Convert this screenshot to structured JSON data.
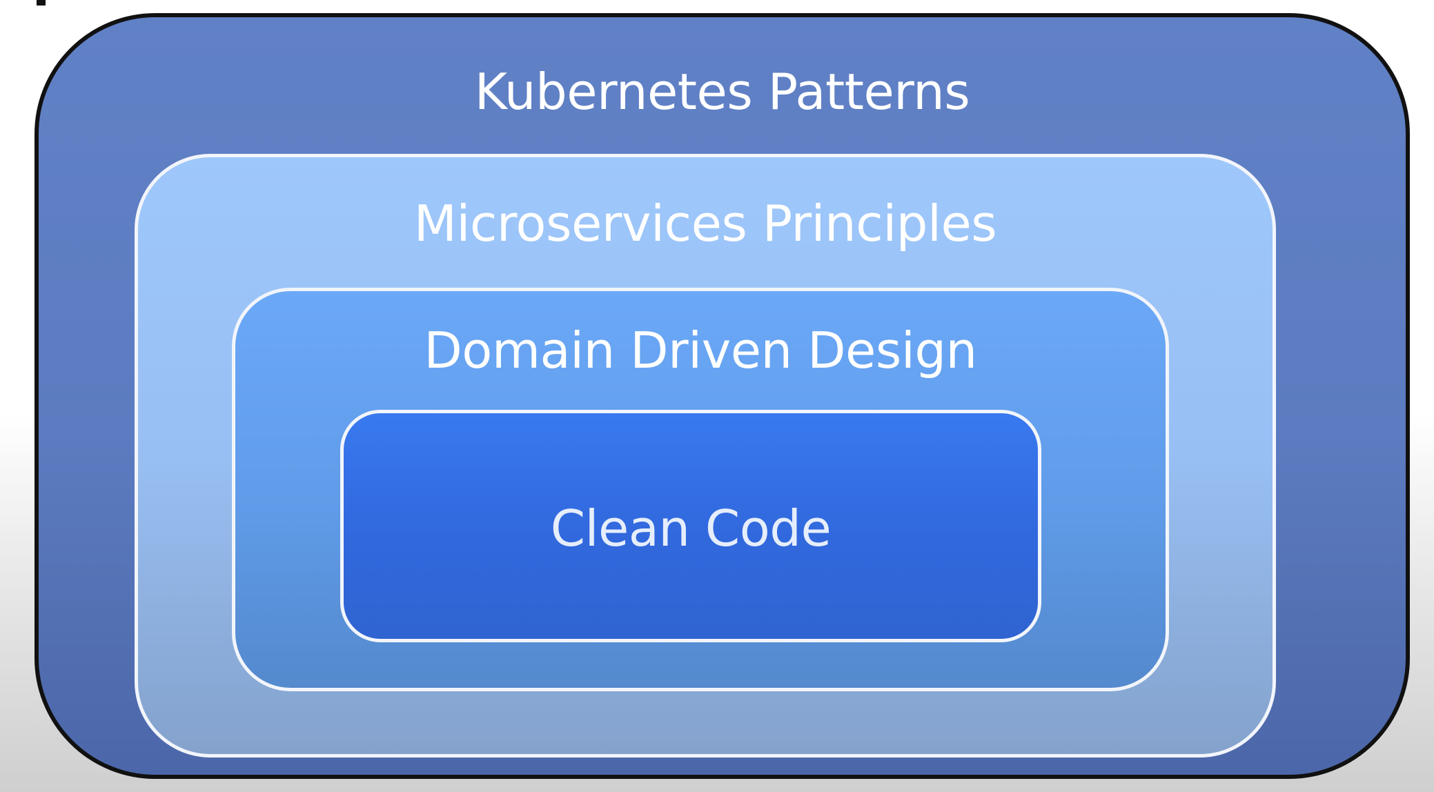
{
  "diagram": {
    "type": "nested-layers",
    "layers": [
      {
        "label": "Kubernetes Patterns",
        "fill": "#5d7cc2",
        "border": "#111111"
      },
      {
        "label": "Microservices Principles",
        "fill": "#9ac3f8",
        "border": "#f2f5fb"
      },
      {
        "label": "Domain Driven Design",
        "fill": "#64a2f2",
        "border": "#f2f5fb"
      },
      {
        "label": "Clean Code",
        "fill": "#356fe6",
        "border": "#f2f5fb"
      }
    ]
  }
}
